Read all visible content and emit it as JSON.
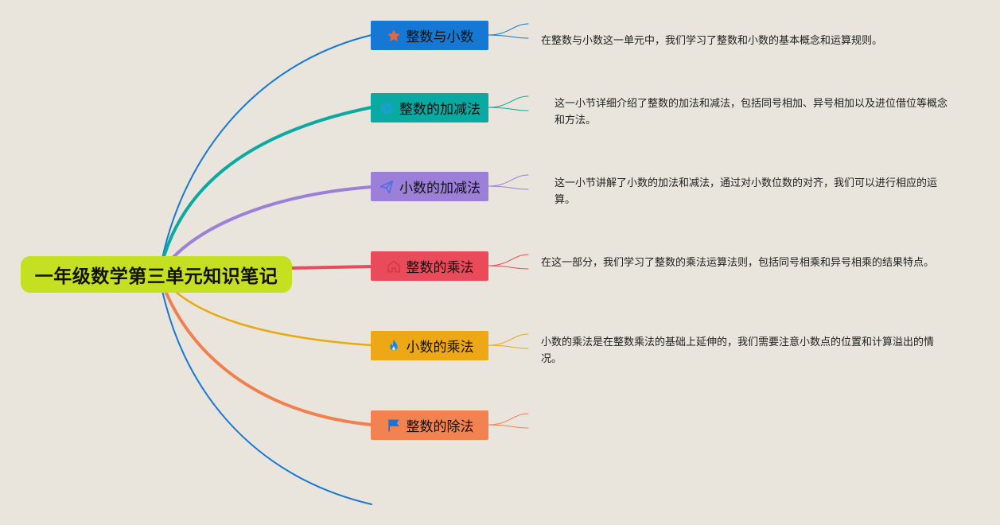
{
  "root": {
    "label": "一年级数学第三单元知识笔记",
    "color": "#c5df21"
  },
  "topics": [
    {
      "label": "整数与小数",
      "color": "#1478d4",
      "line_color": "#1478d4",
      "icon": "star-icon",
      "icon_color": "#e8663d",
      "note": "在整数与小数这一单元中，我们学习了整数和小数的基本概念和运算规则。"
    },
    {
      "label": "整数的加减法",
      "color": "#0aa9a2",
      "line_color": "#0aa9a2",
      "icon": "clock-icon",
      "icon_color": "#1aa0cc",
      "note": "这一小节详细介绍了整数的加法和减法，包括同号相加、异号相加以及进位借位等概念和方法。"
    },
    {
      "label": "小数的加减法",
      "color": "#9b7fd8",
      "line_color": "#9b7fd8",
      "icon": "paper-plane-icon",
      "icon_color": "#4a6fe3",
      "note": "这一小节讲解了小数的加法和减法，通过对小数位数的对齐，我们可以进行相应的运算。"
    },
    {
      "label": "整数的乘法",
      "color": "#e94b5a",
      "line_color": "#e94b5a",
      "icon": "home-icon",
      "icon_color": "#d8344a",
      "note": "在这一部分，我们学习了整数的乘法运算法则，包括同号相乘和异号相乘的结果特点。"
    },
    {
      "label": "小数的乘法",
      "color": "#efa815",
      "line_color": "#e8a812",
      "icon": "fire-icon",
      "icon_color": "#1a86e6",
      "note": "小数的乘法是在整数乘法的基础上延伸的，我们需要注意小数点的位置和计算溢出的情况。"
    },
    {
      "label": "整数的除法",
      "color": "#f28250",
      "line_color": "#f2804e",
      "icon": "flag-icon",
      "icon_color": "#1a72d9",
      "note": ""
    }
  ],
  "tail_line_color": "#1478d4"
}
